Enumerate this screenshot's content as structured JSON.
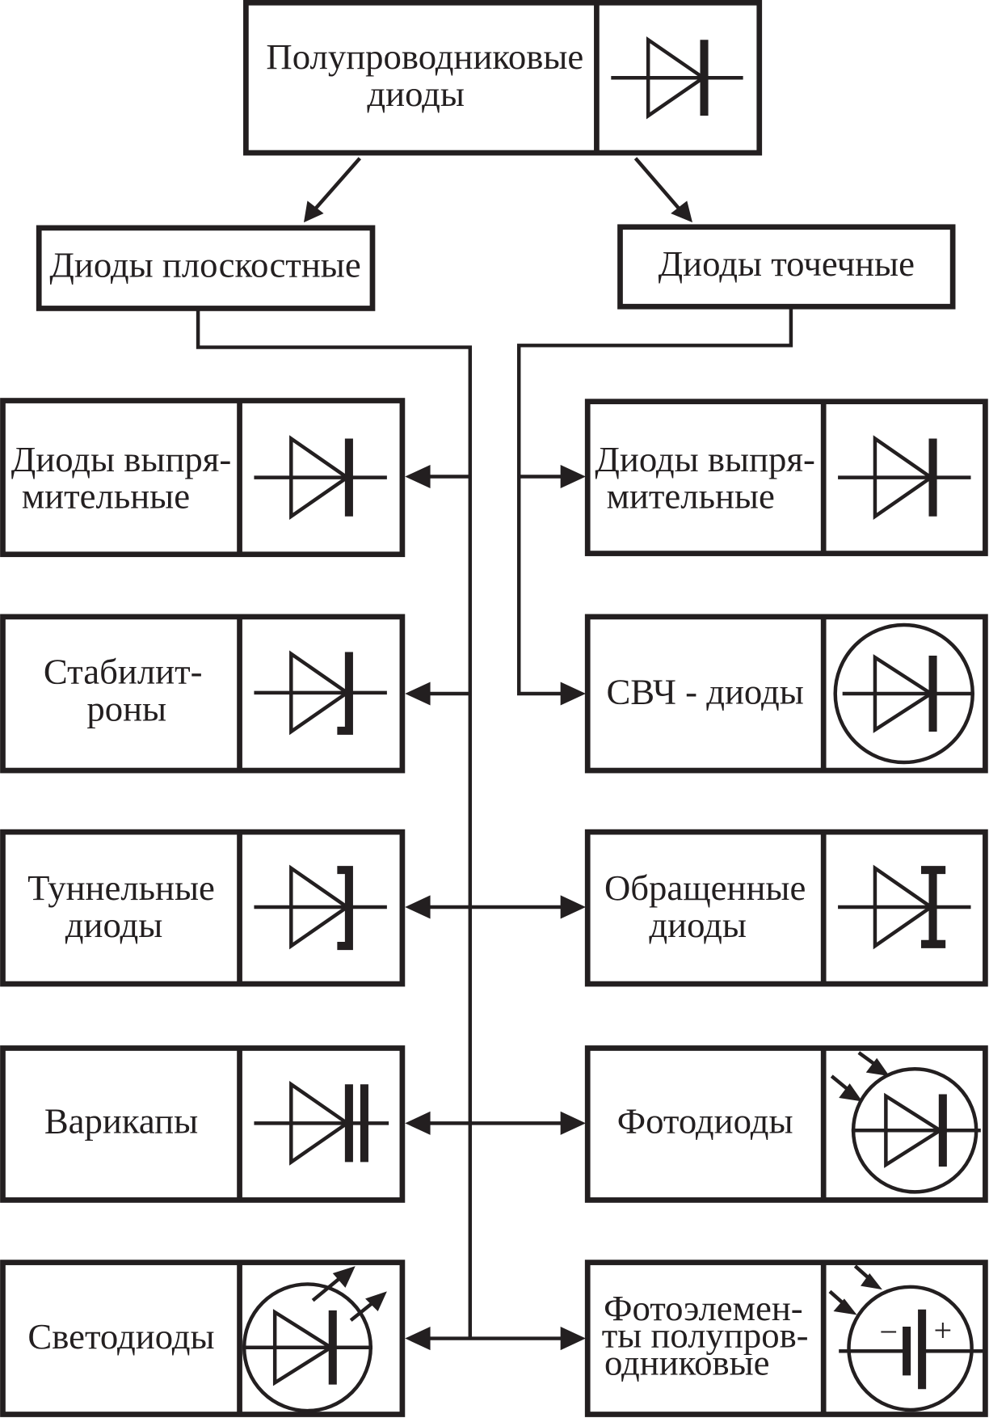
{
  "root": {
    "label_line1": "Полупроводниковые",
    "label_line2": "диоды",
    "symbol": "diode-icon"
  },
  "branches": {
    "planar": "Диоды плоскостные",
    "point": "Диоды точечные"
  },
  "planar_items": [
    {
      "line1": "Диоды выпря-",
      "line2": "мительные",
      "symbol": "diode-icon"
    },
    {
      "line1": "Стабилит-",
      "line2": "роны",
      "symbol": "zener-diode-icon"
    },
    {
      "line1": "Туннельные",
      "line2": "диоды",
      "symbol": "tunnel-diode-icon"
    },
    {
      "line1": "Варикапы",
      "symbol": "varicap-icon"
    },
    {
      "line1": "Светодиоды",
      "symbol": "led-icon"
    }
  ],
  "point_items": [
    {
      "line1": "Диоды выпря-",
      "line2": "мительные",
      "symbol": "diode-icon"
    },
    {
      "line1": "СВЧ - диоды",
      "symbol": "microwave-diode-icon"
    },
    {
      "line1": "Обращенные",
      "line2": "диоды",
      "symbol": "backward-diode-icon"
    },
    {
      "line1": "Фотодиоды",
      "symbol": "photodiode-icon"
    },
    {
      "line1": "Фотоэлемен-",
      "line2": "ты полупров-",
      "line3": "одниковые",
      "symbol": "photocell-icon"
    }
  ],
  "photocell_signs": {
    "minus": "−",
    "plus": "+"
  },
  "colors": {
    "ink": "#231f20",
    "background": "#ffffff"
  }
}
